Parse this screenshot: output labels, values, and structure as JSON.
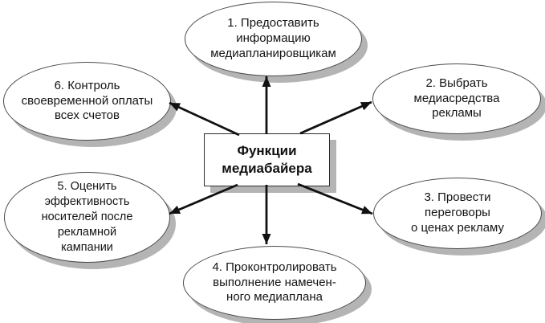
{
  "diagram": {
    "title_implicit": "Функции медиабайера",
    "center": {
      "label_lines": [
        "Функции",
        "медиабайера"
      ]
    },
    "nodes": [
      {
        "id": "1",
        "label_lines": [
          "1. Предоставить",
          "информацию",
          "медиапланировщикам"
        ]
      },
      {
        "id": "2",
        "label_lines": [
          "2. Выбрать",
          "медиасредства",
          "рекламы"
        ]
      },
      {
        "id": "3",
        "label_lines": [
          "3. Провести",
          "переговоры",
          "о ценах рекламу"
        ]
      },
      {
        "id": "4",
        "label_lines": [
          "4. Проконтролировать",
          "выполнение намечен-",
          "ного медиаплана"
        ]
      },
      {
        "id": "5",
        "label_lines": [
          "5. Оценить",
          "эффективность",
          "носителей после",
          "рекламной",
          "кампании"
        ]
      },
      {
        "id": "6",
        "label_lines": [
          "6. Контроль",
          "своевременной оплаты",
          "всех счетов"
        ]
      }
    ],
    "arrows": [
      {
        "from": "center",
        "to": "node-1",
        "direction": "up"
      },
      {
        "from": "center",
        "to": "node-2",
        "direction": "upper-right"
      },
      {
        "from": "center",
        "to": "node-3",
        "direction": "lower-right"
      },
      {
        "from": "center",
        "to": "node-4",
        "direction": "down"
      },
      {
        "from": "center",
        "to": "node-5",
        "direction": "lower-left"
      },
      {
        "from": "center",
        "to": "node-6",
        "direction": "upper-left"
      }
    ],
    "colors": {
      "background": "#ffffff",
      "node_fill": "#ffffff",
      "node_border": "#4a4a4a",
      "shadow": "#b4b4b4",
      "arrow": "#111111",
      "text": "#141414"
    }
  }
}
